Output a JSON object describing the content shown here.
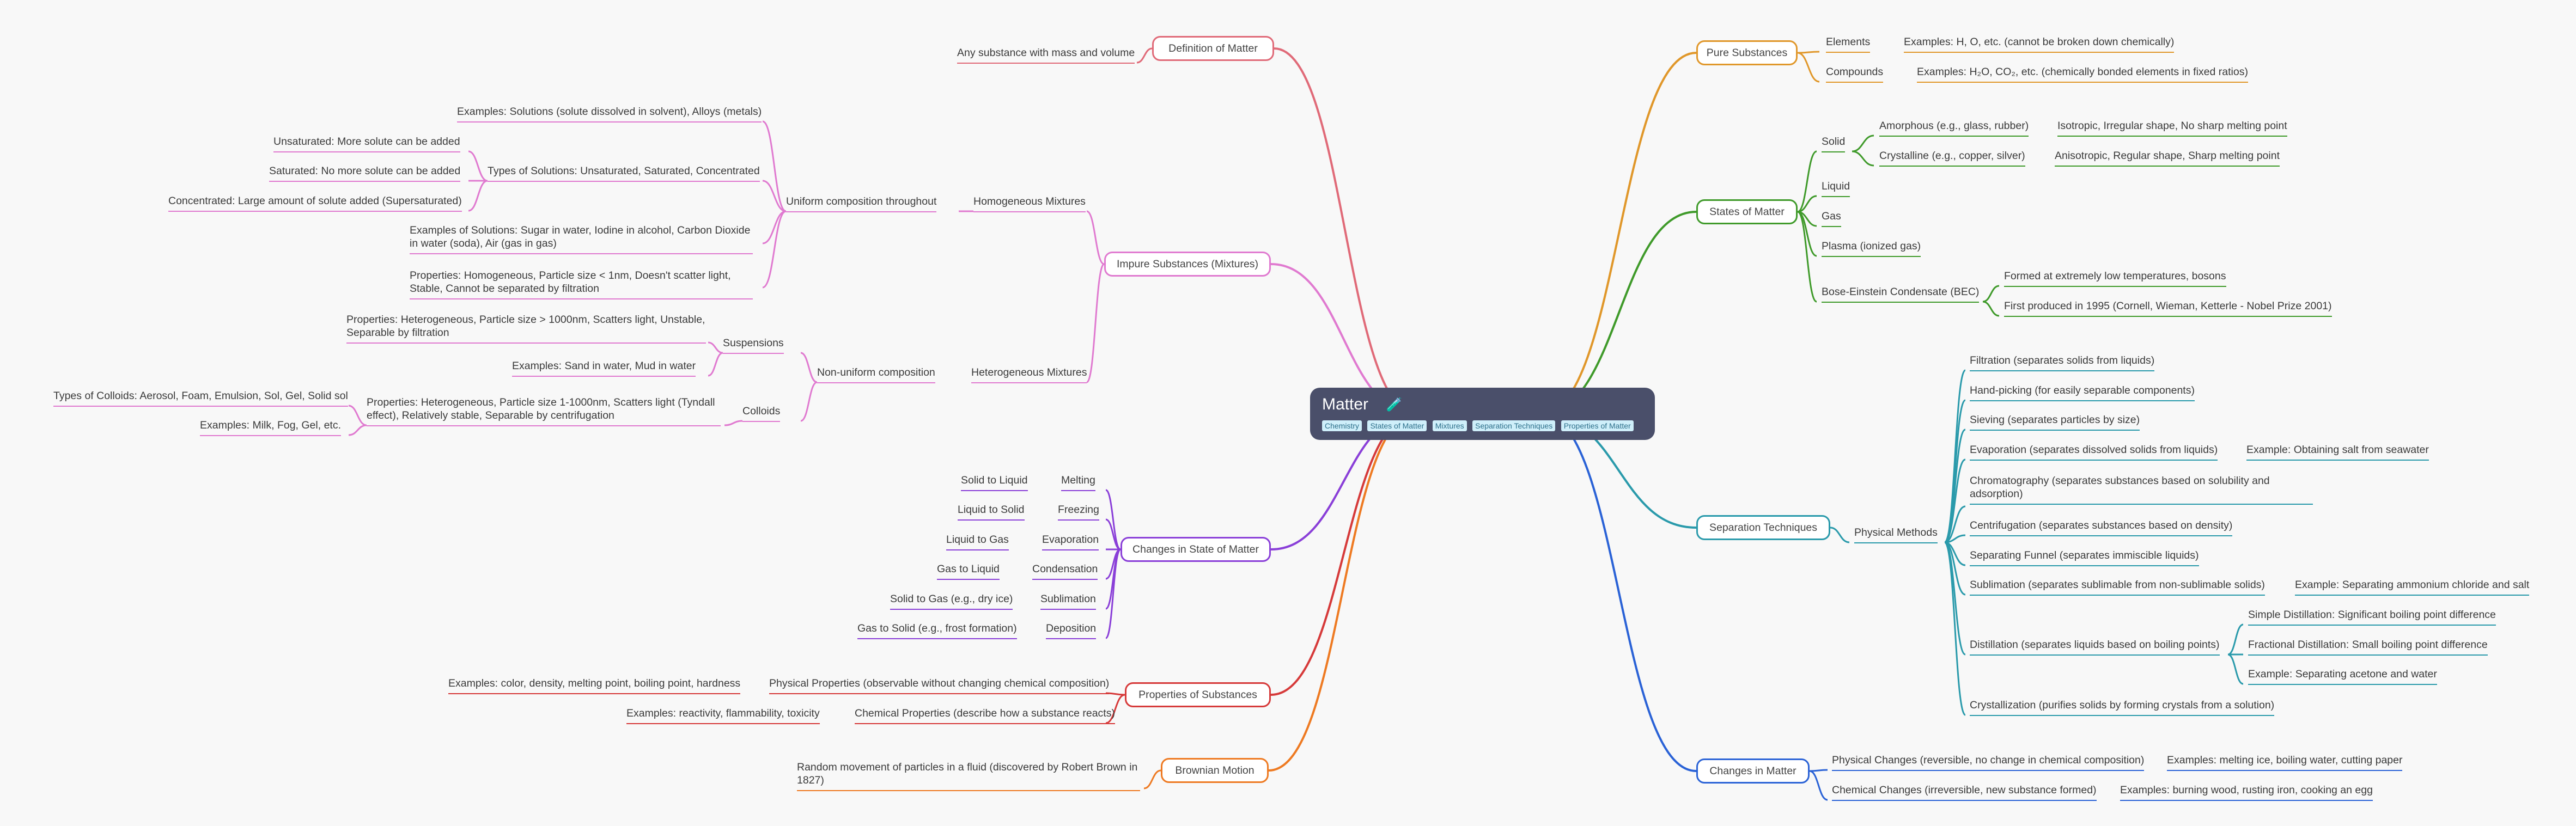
{
  "root": {
    "title": "Matter",
    "icon": "test-tube-icon",
    "tags": [
      "Chemistry",
      "States of Matter",
      "Mixtures",
      "Separation Techniques",
      "Properties of Matter"
    ]
  },
  "colors": {
    "definition": "#e06a78",
    "impure": "#e07ad0",
    "changes_state": "#8a3fd8",
    "properties": "#d63a3a",
    "brownian": "#ee7a22",
    "pure": "#e0972a",
    "states": "#3f9a2a",
    "separation": "#2a9aab",
    "changes_matter": "#2a62d6",
    "root": "#4a4f6a"
  },
  "left": {
    "definition": {
      "label": "Definition of Matter",
      "items": [
        "Any substance with mass and volume"
      ]
    },
    "impure": {
      "label": "Impure Substances (Mixtures)",
      "homogeneous": {
        "label": "Homogeneous Mixtures",
        "uniform": {
          "label": "Uniform composition throughout",
          "examples": "Examples: Solutions (solute dissolved in solvent), Alloys (metals)",
          "types": {
            "label": "Types of Solutions: Unsaturated, Saturated, Concentrated",
            "items": [
              "Unsaturated: More solute can be added",
              "Saturated: No more solute can be added",
              "Concentrated: Large amount of solute added (Supersaturated)"
            ]
          },
          "solution_examples": "Examples of Solutions: Sugar in water, Iodine in alcohol, Carbon Dioxide in water (soda), Air (gas in gas)",
          "properties": "Properties: Homogeneous, Particle size < 1nm, Doesn't scatter light, Stable, Cannot be separated by filtration"
        }
      },
      "heterogeneous": {
        "label": "Heterogeneous Mixtures",
        "nonuniform": {
          "label": "Non-uniform composition",
          "suspensions": {
            "label": "Suspensions",
            "properties": "Properties: Heterogeneous, Particle size > 1000nm, Scatters light, Unstable, Separable by filtration",
            "examples": "Examples: Sand in water, Mud in water"
          },
          "colloids": {
            "label": "Colloids",
            "properties": "Properties: Heterogeneous, Particle size 1-1000nm, Scatters light (Tyndall effect), Relatively stable, Separable by centrifugation",
            "types": "Types of Colloids: Aerosol, Foam, Emulsion, Sol, Gel, Solid sol",
            "examples": "Examples: Milk, Fog, Gel, etc."
          }
        }
      }
    },
    "changes_state": {
      "label": "Changes in State of Matter",
      "items": [
        {
          "name": "Melting",
          "detail": "Solid to Liquid"
        },
        {
          "name": "Freezing",
          "detail": "Liquid to Solid"
        },
        {
          "name": "Evaporation",
          "detail": "Liquid to Gas"
        },
        {
          "name": "Condensation",
          "detail": "Gas to Liquid"
        },
        {
          "name": "Sublimation",
          "detail": "Solid to Gas (e.g., dry ice)"
        },
        {
          "name": "Deposition",
          "detail": "Gas to Solid (e.g., frost formation)"
        }
      ]
    },
    "properties": {
      "label": "Properties of Substances",
      "physical": {
        "label": "Physical Properties (observable without changing chemical composition)",
        "examples": "Examples: color, density, melting point, boiling point, hardness"
      },
      "chemical": {
        "label": "Chemical Properties (describe how a substance reacts)",
        "examples": "Examples: reactivity, flammability, toxicity"
      }
    },
    "brownian": {
      "label": "Brownian Motion",
      "items": [
        "Random movement of particles in a fluid (discovered by Robert Brown in 1827)"
      ]
    }
  },
  "right": {
    "pure": {
      "label": "Pure Substances",
      "elements": {
        "label": "Elements",
        "examples": "Examples: H, O, etc. (cannot be broken down chemically)"
      },
      "compounds": {
        "label": "Compounds",
        "examples": "Examples: H₂O, CO₂, etc. (chemically bonded elements in fixed ratios)"
      }
    },
    "states": {
      "label": "States of Matter",
      "solid": {
        "label": "Solid",
        "amorphous": {
          "label": "Amorphous (e.g., glass, rubber)",
          "detail": "Isotropic, Irregular shape, No sharp melting point"
        },
        "crystalline": {
          "label": "Crystalline (e.g., copper, silver)",
          "detail": "Anisotropic, Regular shape, Sharp melting point"
        }
      },
      "liquid": "Liquid",
      "gas": "Gas",
      "plasma": "Plasma (ionized gas)",
      "bec": {
        "label": "Bose-Einstein Condensate (BEC)",
        "items": [
          "Formed at extremely low temperatures, bosons",
          "First produced in 1995 (Cornell, Wieman, Ketterle - Nobel Prize 2001)"
        ]
      }
    },
    "separation": {
      "label": "Separation Techniques",
      "physical": {
        "label": "Physical Methods",
        "filtration": "Filtration (separates solids from liquids)",
        "handpicking": "Hand-picking (for easily separable components)",
        "sieving": "Sieving (separates particles by size)",
        "evaporation": {
          "label": "Evaporation (separates dissolved solids from liquids)",
          "example": "Example: Obtaining salt from seawater"
        },
        "chromatography": "Chromatography (separates substances based on solubility and adsorption)",
        "centrifugation": "Centrifugation (separates substances based on density)",
        "funnel": "Separating Funnel (separates immiscible liquids)",
        "sublimation": {
          "label": "Sublimation (separates sublimable from non-sublimable solids)",
          "example": "Example: Separating ammonium chloride and salt"
        },
        "distillation": {
          "label": "Distillation (separates liquids based on boiling points)",
          "items": [
            "Simple Distillation: Significant boiling point difference",
            "Fractional Distillation: Small boiling point difference",
            "Example: Separating acetone and water"
          ]
        },
        "crystallization": "Crystallization (purifies solids by forming crystals from a solution)"
      }
    },
    "changes_matter": {
      "label": "Changes in Matter",
      "physical": {
        "label": "Physical Changes (reversible, no change in chemical composition)",
        "examples": "Examples: melting ice, boiling water, cutting paper"
      },
      "chemical": {
        "label": "Chemical Changes (irreversible, new substance formed)",
        "examples": "Examples: burning wood, rusting iron, cooking an egg"
      }
    }
  }
}
